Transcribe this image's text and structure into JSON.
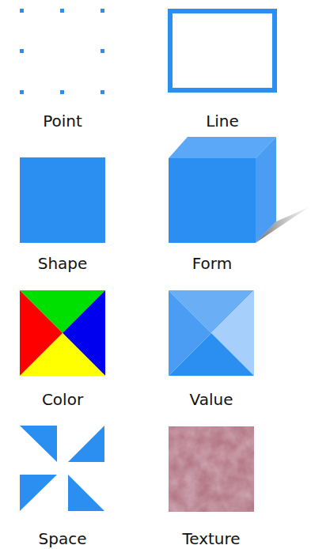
{
  "diagram": {
    "labels": [
      "Point",
      "Line",
      "Shape",
      "Form",
      "Color",
      "Value",
      "Space",
      "Texture"
    ]
  }
}
